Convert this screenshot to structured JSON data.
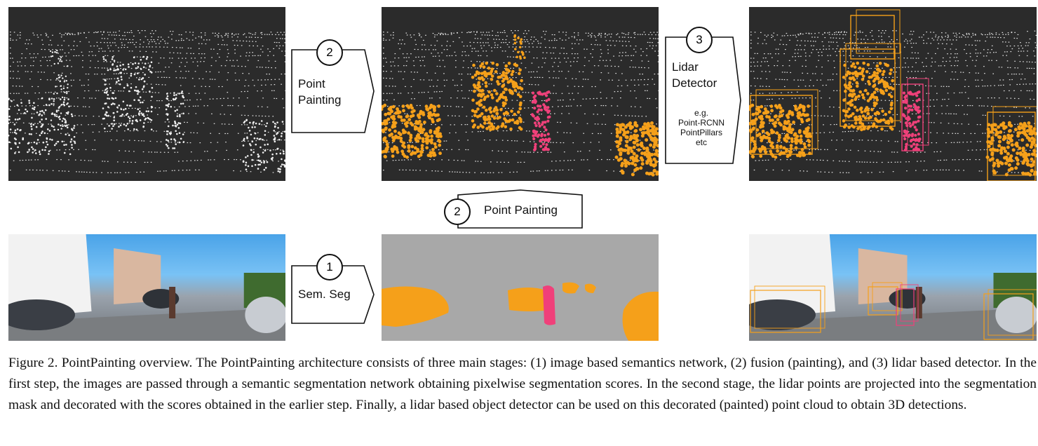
{
  "figure": {
    "stage1": {
      "number": "1",
      "label": "Sem. Seg"
    },
    "stage2": {
      "number": "2",
      "label_line1": "Point",
      "label_line2": "Painting",
      "side_label": "Point Painting"
    },
    "stage3": {
      "number": "3",
      "label_line1": "Lidar",
      "label_line2": "Detector",
      "examples": [
        "e.g.",
        "Point-RCNN",
        "PointPillars",
        "etc"
      ]
    },
    "colors": {
      "car": "#f5a01a",
      "pedestrian": "#f0407a",
      "lidar_bg": "#2b2b2b",
      "mask_bg": "#a8a8a8"
    }
  },
  "caption": "Figure 2. PointPainting overview. The PointPainting architecture consists of three main stages: (1) image based semantics network, (2) fusion (painting), and (3) lidar based detector. In the first step, the images are passed through a semantic segmentation network obtaining pixelwise segmentation scores. In the second stage, the lidar points are projected into the segmentation mask and decorated with the scores obtained in the earlier step. Finally, a lidar based object detector can be used on this decorated (painted) point cloud to obtain 3D detections."
}
